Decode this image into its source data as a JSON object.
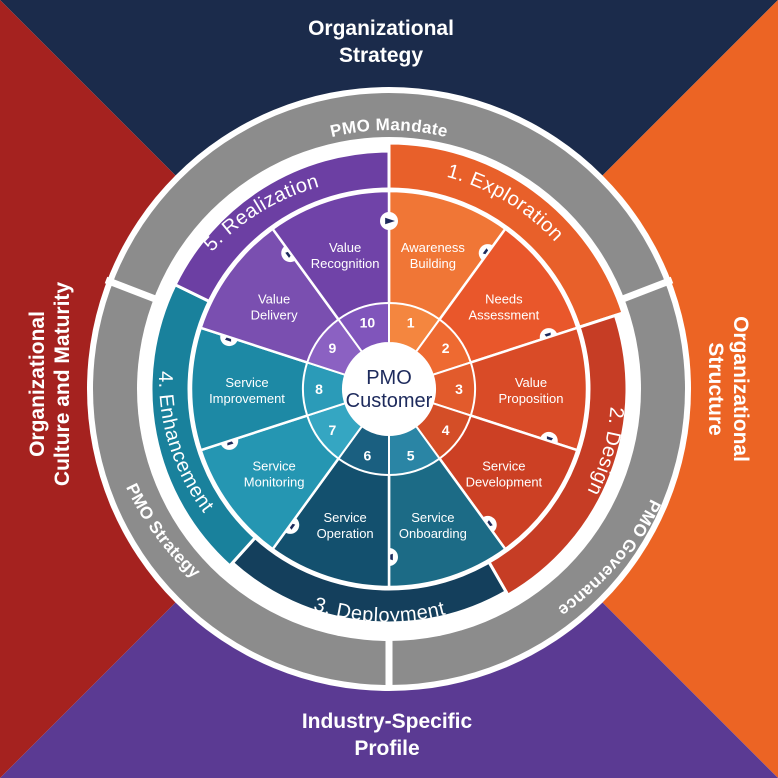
{
  "corners": {
    "top": [
      "Organizational",
      "Strategy"
    ],
    "right": [
      "Organizational",
      "Structure"
    ],
    "bottom": [
      "Industry-Specific",
      "Profile"
    ],
    "left": [
      "Organizational",
      "Culture and Maturity"
    ]
  },
  "rings": {
    "mandate": "PMO Mandate",
    "governance": "PMO Governance",
    "strategy": "PMO Strategy"
  },
  "phases": [
    {
      "label": "1. Exploration",
      "color": "#e8602a"
    },
    {
      "label": "2. Design",
      "color": "#c63d25"
    },
    {
      "label": "3. Deployment",
      "color": "#143f5c"
    },
    {
      "label": "4. Enhancement",
      "color": "#19819c"
    },
    {
      "label": "5. Realization",
      "color": "#6c3fa3"
    }
  ],
  "steps": [
    {
      "num": "1",
      "label": [
        "Awareness",
        "Building"
      ]
    },
    {
      "num": "2",
      "label": [
        "Needs",
        "Assessment"
      ]
    },
    {
      "num": "3",
      "label": [
        "Value",
        "Proposition"
      ]
    },
    {
      "num": "4",
      "label": [
        "Service",
        "Development"
      ]
    },
    {
      "num": "5",
      "label": [
        "Service",
        "Onboarding"
      ]
    },
    {
      "num": "6",
      "label": [
        "Service",
        "Operation"
      ]
    },
    {
      "num": "7",
      "label": [
        "Service",
        "Monitoring"
      ]
    },
    {
      "num": "8",
      "label": [
        "Service",
        "Improvement"
      ]
    },
    {
      "num": "9",
      "label": [
        "Value",
        "Delivery"
      ]
    },
    {
      "num": "10",
      "label": [
        "Value",
        "Recognition"
      ]
    }
  ],
  "center": [
    "PMO",
    "Customer"
  ],
  "colors": {
    "top": "#1b2b4b",
    "right": "#ec6424",
    "bottom": "#5b3a93",
    "left": "#a5221f",
    "ring": "#8c8c8c",
    "center_text": "#1d2a5c"
  }
}
